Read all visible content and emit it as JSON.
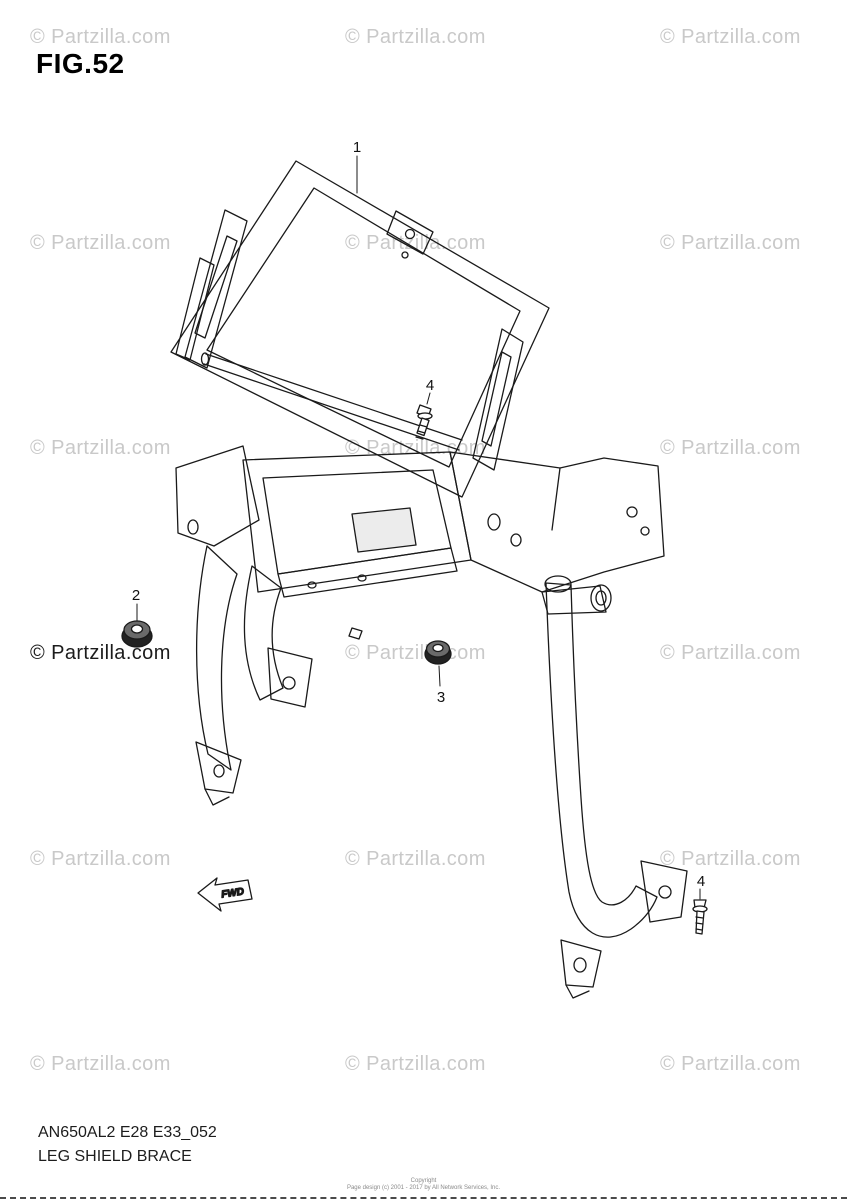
{
  "page": {
    "figure_label": "FIG.52",
    "background_color": "#ffffff"
  },
  "watermark": {
    "text": "© Partzilla.com",
    "color_light": "#c9c9c9",
    "color_dark": "#1c1c1c"
  },
  "diagram": {
    "description": "Leg shield brace exploded parts line drawing",
    "line_color": "#1a1a1a",
    "callouts": [
      "1",
      "4",
      "2",
      "3",
      "4"
    ],
    "fwd_label": "FWD"
  },
  "footer": {
    "model_code": "AN650AL2 E28 E33_052",
    "figure_title": "LEG SHIELD BRACE",
    "copyright_line1": "Copyright",
    "copyright_line2": "Page design (c) 2001 - 2017 by All Network Services, Inc."
  }
}
